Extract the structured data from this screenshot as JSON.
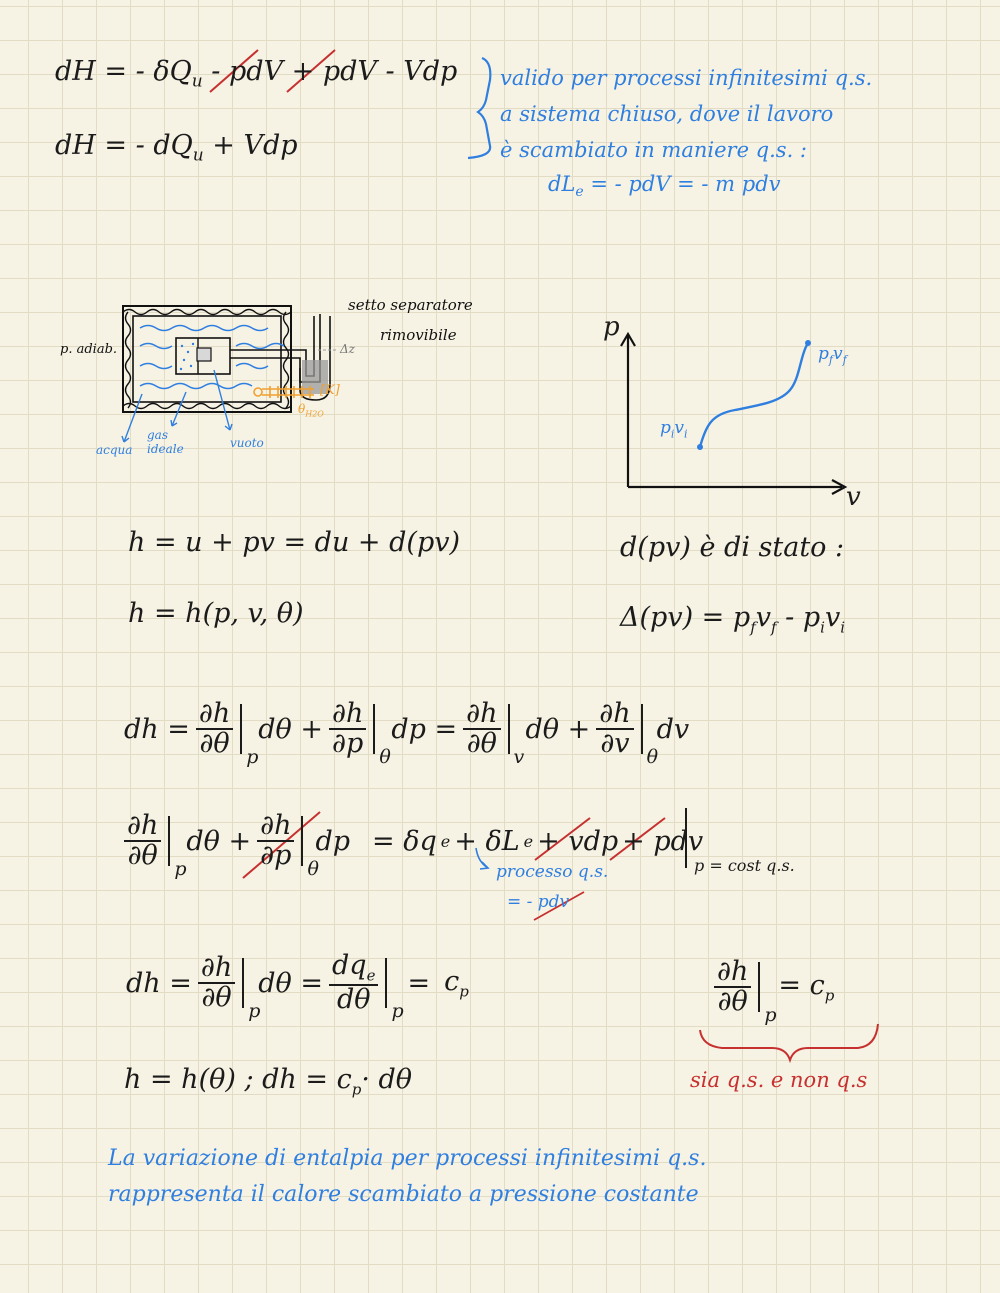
{
  "colors": {
    "ink": "#1b1b1b",
    "blue": "#2f7fe0",
    "red": "#c6302f",
    "orange": "#f0a030",
    "grid": "#e3dcc4",
    "paper": "#f7f3e4"
  },
  "top": {
    "eq1": {
      "a": "dH = - δQ",
      "a_sub": "u",
      "b": "- pdV",
      "c": "+ pdV",
      "d": "- Vdp"
    },
    "eq2": {
      "a": "dH = - dQ",
      "a_sub": "u",
      "b": "+ Vdp"
    },
    "note": [
      "valido per processi infinitesimi q.s.",
      "a sistema chiuso, dove il lavoro",
      "è scambiato in maniere q.s. :",
      "dL",
      "e",
      "= - pdV = - m pdv"
    ]
  },
  "apparatus": {
    "label_left": "p. adiab.",
    "label_top": [
      "setto separatore",
      "rimovibile"
    ],
    "label_dz": "Δz",
    "label_k": "[K]",
    "label_theta": "θ",
    "label_theta_sub": "H2O",
    "labels_bottom": [
      "acqua",
      "gas ideale",
      "vuoto"
    ]
  },
  "pv_plot": {
    "ylabel": "p",
    "xlabel": "v",
    "point_i": "p",
    "point_i_sub": "i",
    "point_i2": "v",
    "point_i2_sub": "i",
    "point_f": "p",
    "point_f_sub": "f",
    "point_f2": "v",
    "point_f2_sub": "f"
  },
  "mid": {
    "h1": "h = u + pv = du + d(pv)",
    "h2": "h = h(p, v, θ)",
    "r1": "d(pv) è di stato :",
    "r2a": "Δ(pv) = p",
    "r2_sub1": "f",
    "r2b": "v",
    "r2_sub2": "f",
    "r2c": "- p",
    "r2_sub3": "i",
    "r2d": "v",
    "r2_sub4": "i"
  },
  "dh": {
    "lhs": "dh =",
    "dh": "∂h",
    "dth": "∂θ",
    "dp": "∂p",
    "dv": "∂v",
    "sub_p": "p",
    "sub_th": "θ",
    "sub_v": "v",
    "dtheta": "dθ +",
    "dpterm": "dp =",
    "dtheta2": "dθ +",
    "dvterm": "dv"
  },
  "line2": {
    "dtheta": "dθ +",
    "dp": "dp",
    "rhs": "= δq",
    "rhs_sub": "e",
    "dl": "+ δL",
    "dl_sub": "e",
    "vdp": "+ vdp",
    "pdv": "+ pdv",
    "cond": "p = cost  q.s.",
    "annot": "processo q.s.",
    "annot2": "= - pdv"
  },
  "line3": {
    "lhs": "dh =",
    "dth": "dθ =",
    "dq": "dq",
    "dq_sub": "e",
    "dtheta": "dθ",
    "eq": "=",
    "cp": "c",
    "cp_sub": "p"
  },
  "boxed": {
    "eq": "= c",
    "cp_sub": "p",
    "note": "sia q.s. e non q.s"
  },
  "line4": {
    "text": "h = h(θ)  ;  dh = c",
    "sub": "p",
    "tail": "· dθ"
  },
  "conclusion": [
    "La variazione di entalpia per processi infinitesimi q.s.",
    "rappresenta il calore scambiato a pressione costante"
  ]
}
